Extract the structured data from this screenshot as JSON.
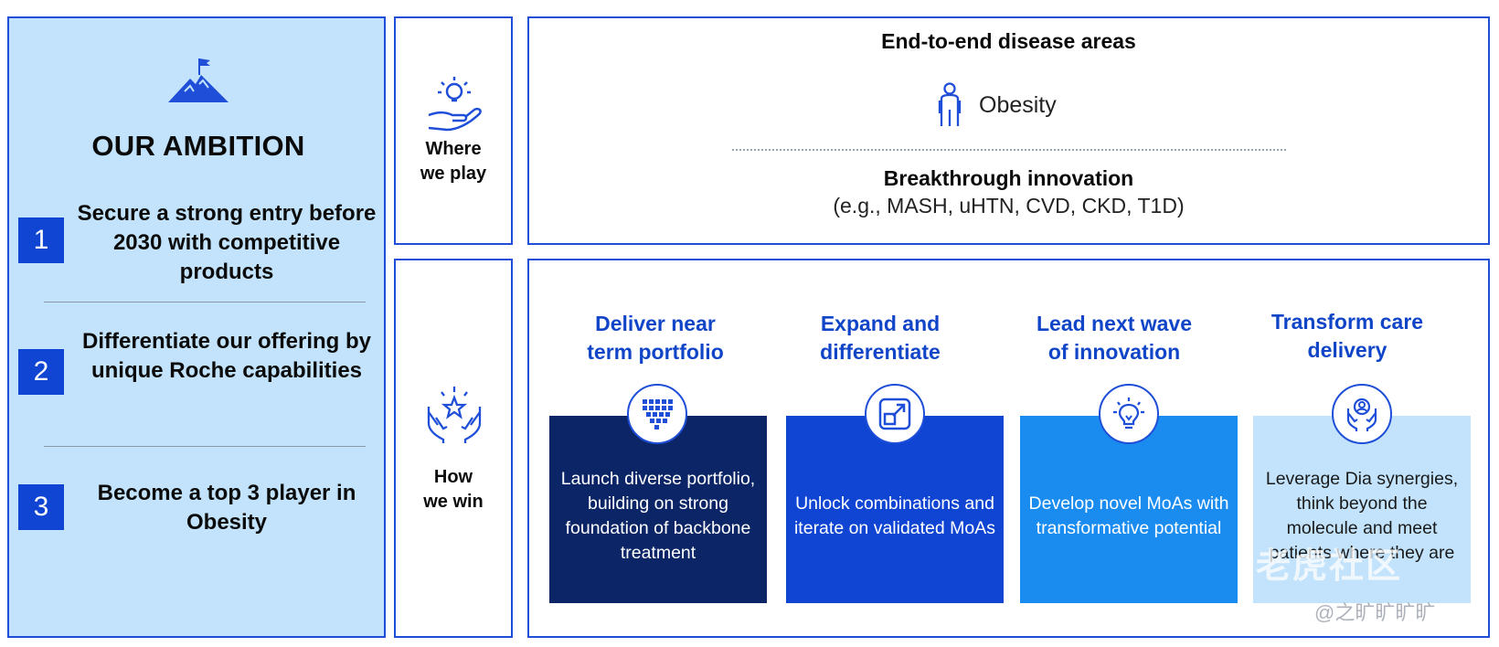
{
  "ambition": {
    "title": "OUR AMBITION",
    "goals": [
      {
        "number": "1",
        "text": "Secure a strong entry before 2030 with competitive products"
      },
      {
        "number": "2",
        "text": "Differentiate our offering by unique Roche capabilities"
      },
      {
        "number": "3",
        "text": "Become a top 3 player in Obesity"
      }
    ]
  },
  "where_we_play": {
    "label_line1": "Where",
    "label_line2": "we play",
    "disease_title": "End-to-end disease areas",
    "disease": "Obesity",
    "innovation_title": "Breakthrough innovation",
    "innovation_sub": "(e.g., MASH, uHTN, CVD, CKD, T1D)"
  },
  "how_we_win": {
    "label_line1": "How",
    "label_line2": "we win",
    "pillars": [
      {
        "title_line1": "Deliver near",
        "title_line2": "term portfolio",
        "text": "Launch diverse portfolio, building on strong foundation of backbone treatment",
        "icon": "grid-funnel-icon"
      },
      {
        "title_line1": "Expand and",
        "title_line2": "differentiate",
        "text": "Unlock combinations and iterate on validated MoAs",
        "icon": "expand-arrow-icon"
      },
      {
        "title_line1": "Lead next wave",
        "title_line2": "of innovation",
        "text": "Develop novel MoAs with transformative potential",
        "icon": "lightbulb-icon"
      },
      {
        "title_line1": "Transform care",
        "title_line2": "delivery",
        "text": "Leverage Dia synergies, think beyond the molecule and meet patients where they are",
        "icon": "care-hands-icon"
      }
    ]
  },
  "colors": {
    "accent": "#1145c8",
    "card_dark": "#0b2566",
    "card_blue": "#0f45d2",
    "card_bright": "#1a8cf0",
    "card_light": "#c2e3fb",
    "panel_bg": "#c2e3fb"
  },
  "watermark": {
    "main": "老虎社区",
    "handle": "@之旷旷旷旷"
  }
}
